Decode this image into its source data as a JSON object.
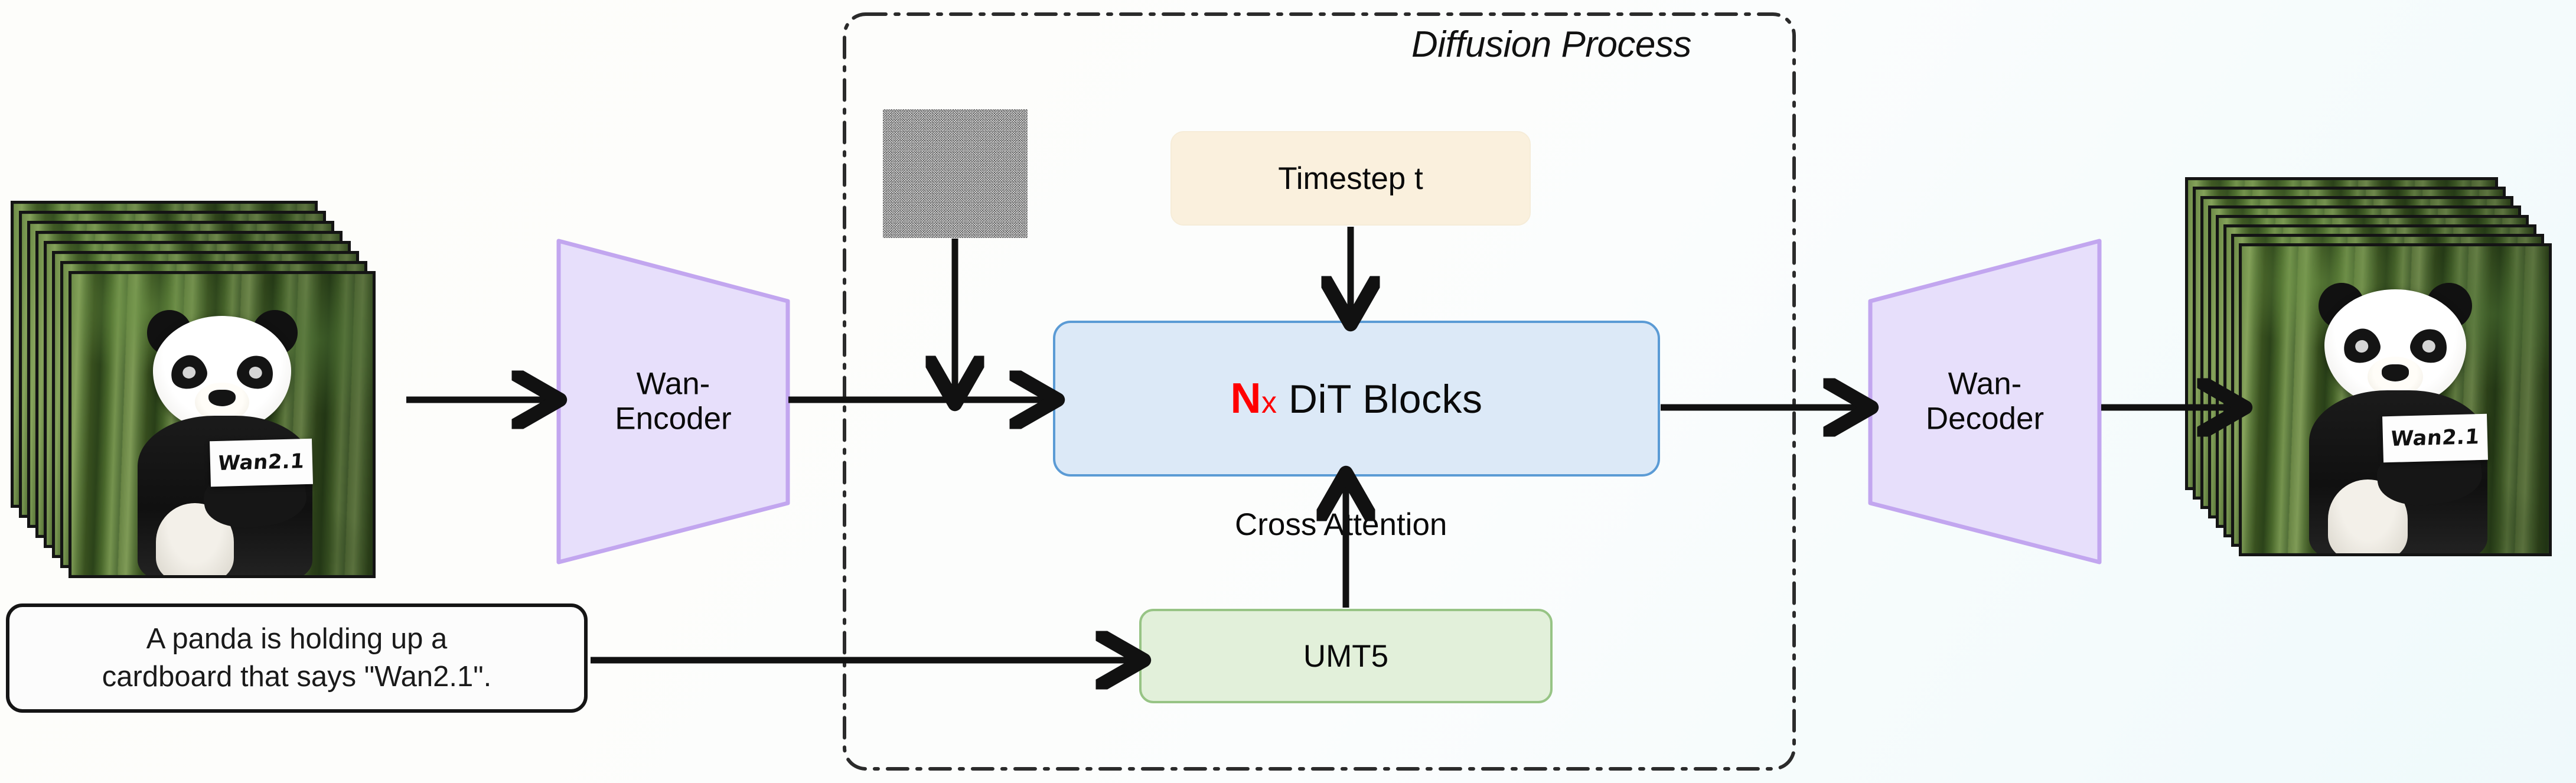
{
  "diagram": {
    "title": "Wan2.1 video diffusion pipeline",
    "diffusion_group_label": "Diffusion Process"
  },
  "input": {
    "name": "input-video-frames",
    "sign_text": "Wan2.1",
    "frame_count": 8
  },
  "output": {
    "name": "output-video-frames",
    "sign_text": "Wan2.1",
    "frame_count": 8
  },
  "prompt": {
    "line1": "A panda is holding up a",
    "line2": "cardboard that says \"Wan2.1\"."
  },
  "blocks": {
    "encoder_line1": "Wan-",
    "encoder_line2": "Encoder",
    "decoder_line1": "Wan-",
    "decoder_line2": "Decoder",
    "timestep": "Timestep t",
    "dit_multiplier": "N",
    "dit_times": "x",
    "dit_label": "DiT Blocks",
    "text_encoder": "UMT5"
  },
  "labels": {
    "cross_attention": "Cross Attention"
  },
  "colors": {
    "encoder_fill": "#e7dffb",
    "encoder_stroke": "#c2a6ef",
    "decoder_fill": "#e7dffb",
    "decoder_stroke": "#c2a6ef",
    "timestep_fill": "#faf0dd",
    "dit_fill": "#dce9f7",
    "dit_stroke": "#5b9bd5",
    "dit_accent": "#ff0000",
    "umt5_fill": "#e2f0da",
    "umt5_stroke": "#97c485",
    "arrow": "#111111",
    "group_border": "#2b2b2b",
    "background_start": "#fdfdfa",
    "background_end": "#eff9fb"
  }
}
